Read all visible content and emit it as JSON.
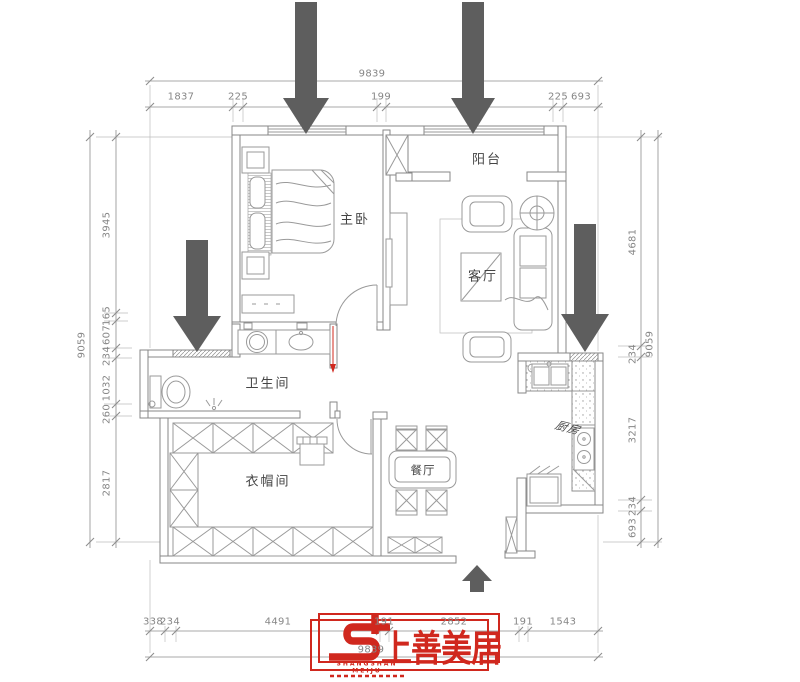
{
  "rooms": {
    "master_bedroom": "主卧",
    "balcony": "阳台",
    "living_room": "客厅",
    "bathroom": "卫生间",
    "cloakroom": "衣帽间",
    "dining_room": "餐厅",
    "kitchen": "厨房"
  },
  "dimensions": {
    "top": {
      "total": "9839",
      "segments": [
        "1837",
        "225",
        "199",
        "225",
        "693"
      ]
    },
    "bottom": {
      "total": "9839",
      "segments": [
        "338",
        "234",
        "4491",
        "191",
        "2852",
        "191",
        "1543"
      ]
    },
    "left": {
      "total": "9059",
      "segments": [
        "3945",
        "165",
        "607",
        "234",
        "1032",
        "260",
        "2817"
      ]
    },
    "right": {
      "total": "9059",
      "segments": [
        "4681",
        "234",
        "3217",
        "234",
        "693"
      ]
    }
  },
  "logo": {
    "name": "上善美居",
    "latin_line1": "SHANGSHAN",
    "latin_line2": "MEIJU"
  },
  "colors": {
    "wall_line": "#878787",
    "furniture_line": "#9a9a9a",
    "dimension_text": "#868686",
    "arrow_gray": "#5e5e5e",
    "brand_red": "#d0281e"
  }
}
